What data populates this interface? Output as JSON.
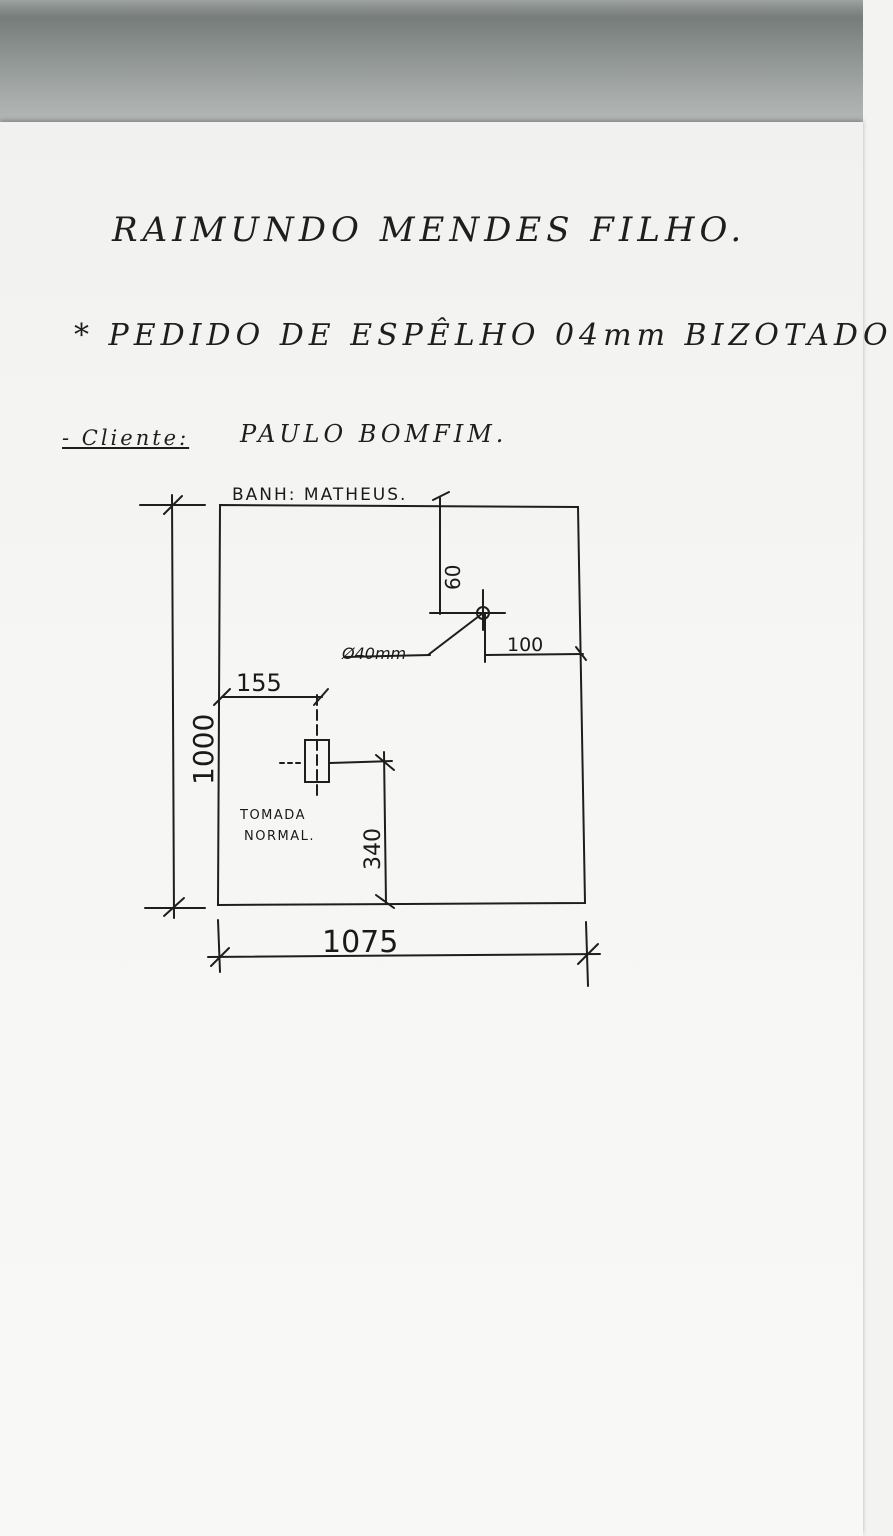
{
  "document": {
    "header_name": "RAIMUNDO MENDES FILHO.",
    "order_line": "* PEDIDO DE ESPÊLHO 04mm BIZOTADO",
    "client_label": "- Cliente:",
    "client_name": "PAULO BOMFIM."
  },
  "drawing": {
    "room_label": "BANH: MATHEUS.",
    "width": "1075",
    "height": "1000",
    "hole_top_offset": "60",
    "hole_right_offset": "100",
    "hole_diameter": "Ø40mm",
    "outlet_left_offset": "155",
    "outlet_bottom_offset": "340",
    "outlet_label_line1": "TOMADA",
    "outlet_label_line2": "NORMAL."
  }
}
